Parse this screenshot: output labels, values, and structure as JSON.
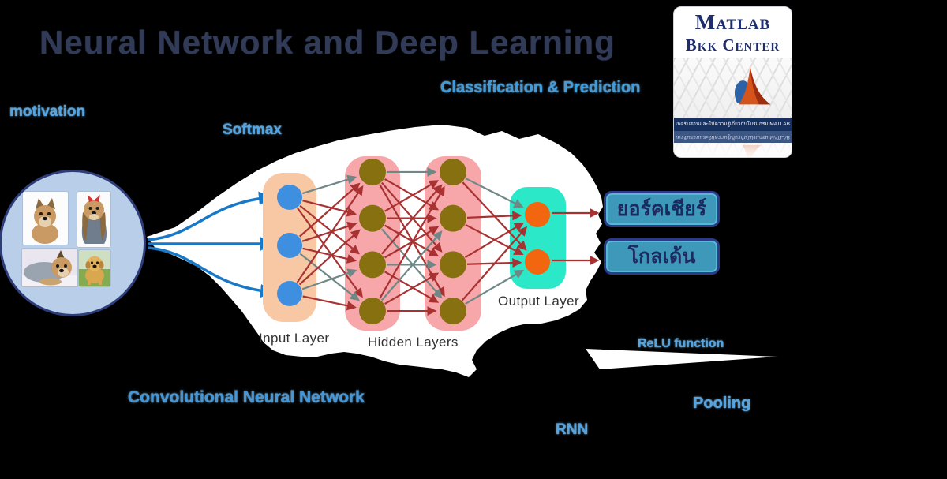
{
  "title": "Neural Network and Deep Learning",
  "annotations": {
    "classification": "Classification & Prediction",
    "motivation": "motivation",
    "softmax": "Softmax",
    "relu": "ReLU function",
    "cnn": "Convolutional Neural Network",
    "pooling": "Pooling",
    "rnn": "RNN"
  },
  "network": {
    "input_label": "Input Layer",
    "hidden_label": "Hidden Layers",
    "output_label": "Output Layer",
    "layers": [
      {
        "name": "input",
        "nodes": 3,
        "node_color": "#3f8fe0",
        "box_color": "#f8c8a4"
      },
      {
        "name": "hidden-1",
        "nodes": 4,
        "node_color": "#86700f",
        "box_color": "#f7a6aa"
      },
      {
        "name": "hidden-2",
        "nodes": 4,
        "node_color": "#86700f",
        "box_color": "#f7a6aa"
      },
      {
        "name": "output",
        "nodes": 2,
        "node_color": "#f2660f",
        "box_color": "#2be9c8"
      }
    ]
  },
  "outputs": [
    {
      "label": "ยอร์คเชียร์"
    },
    {
      "label": "โกลเด้น"
    }
  ],
  "logo": {
    "line1": "Matlab",
    "line2": "Bkk Center",
    "thai_caption": "เพจรับสอนและให้ความรู้เกี่ยวกับโปรแกรม MATLAB"
  },
  "input_images": [
    "yorkshire-terrier-sitting",
    "yorkshire-terrier-with-bow",
    "yorkshire-terrier-lying",
    "golden-retriever-puppy"
  ],
  "colors": {
    "background": "#000000",
    "title": "#313b58",
    "label_blue": "#54a4e2",
    "arrow_red": "#a83232",
    "arrow_gray": "#6f8886",
    "arrow_blue": "#1878c8",
    "node_blue": "#3f8fe0",
    "node_olive": "#86700f",
    "node_orange": "#f2660f",
    "output_box_fill": "#3e98ba",
    "output_box_border": "#2c3a8a",
    "output_box_text": "#1c2a60",
    "photo_circle_fill": "#b9cfe9",
    "photo_circle_border": "#2e3d7a"
  }
}
